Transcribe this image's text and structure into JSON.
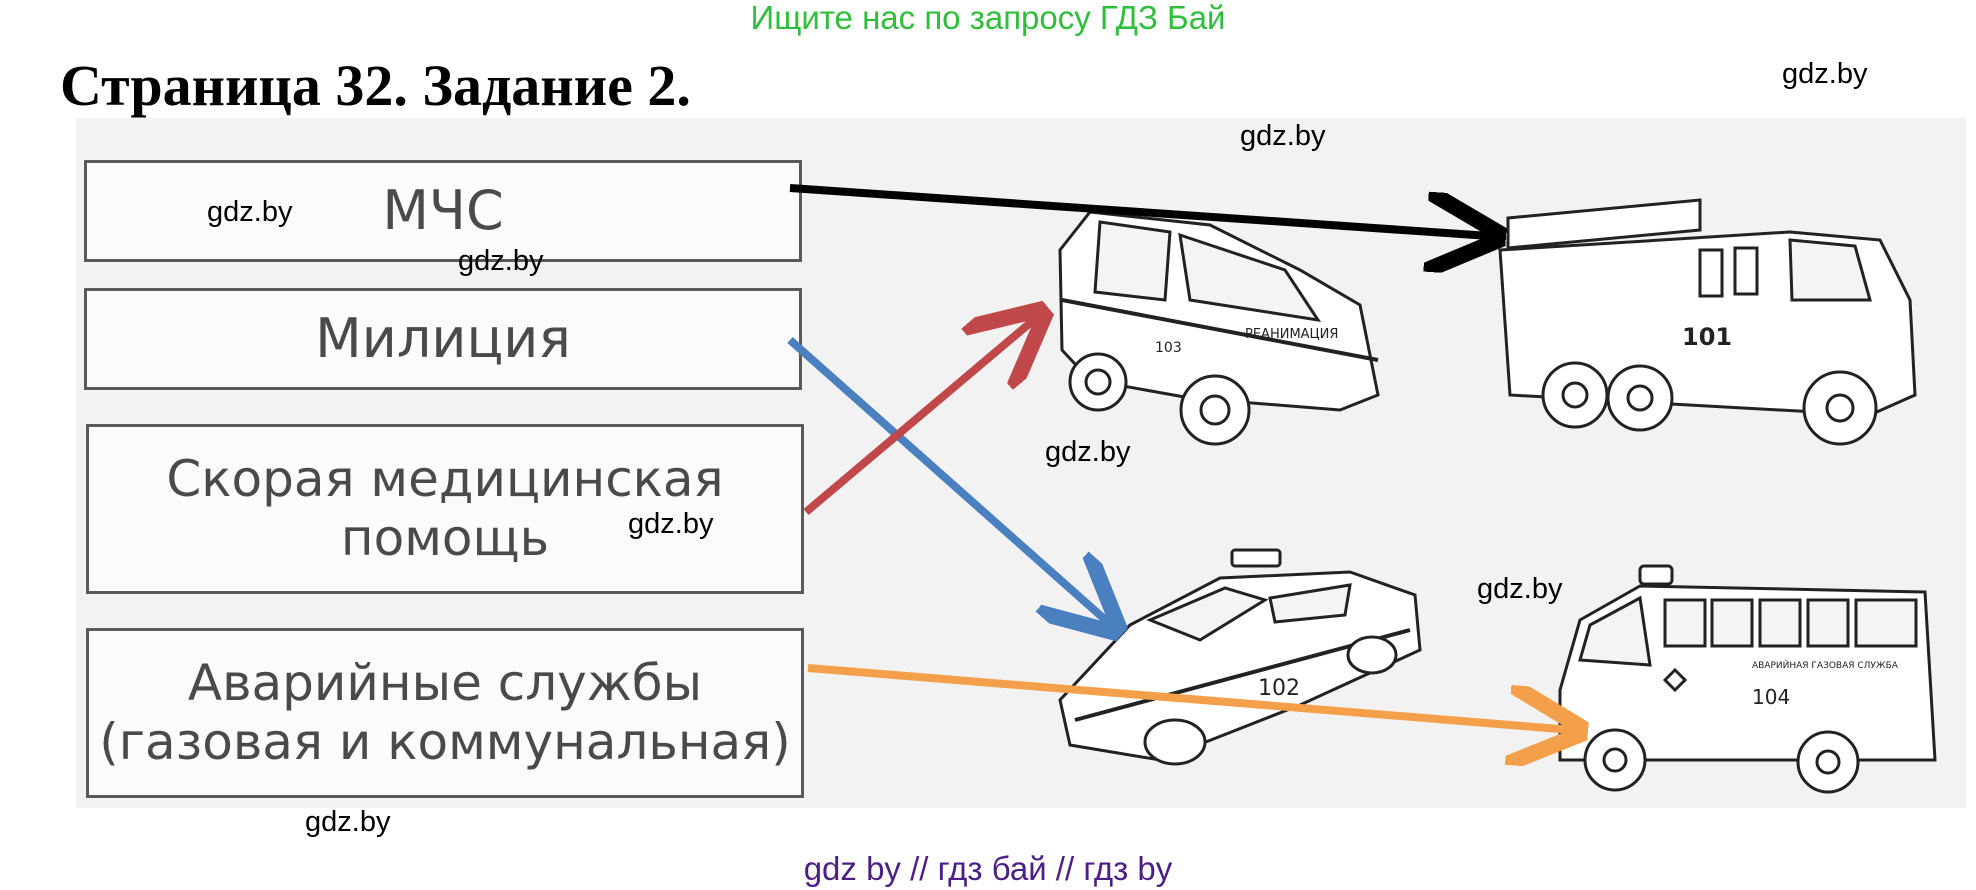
{
  "banner": "Ищите нас по запросу ГДЗ Бай",
  "title": "Страница 32. Задание 2.",
  "services": [
    {
      "lines": [
        "МЧС"
      ]
    },
    {
      "lines": [
        "Милиция"
      ]
    },
    {
      "lines": [
        "Скорая медицинская",
        "помощь"
      ]
    },
    {
      "lines": [
        "Аварийные службы",
        "(газовая и коммунальная)"
      ]
    }
  ],
  "vehicles": {
    "ambulance": {
      "side_text": "РЕАНИМАЦИЯ",
      "number": "103"
    },
    "fire_truck": {
      "number": "101"
    },
    "police_car": {
      "number": "102"
    },
    "gas_van": {
      "side_text": "АВАРИЙНАЯ ГАЗОВАЯ СЛУЖБА",
      "number": "104"
    }
  },
  "connections": [
    {
      "from": "МЧС",
      "to": "fire_truck",
      "color": "#000000"
    },
    {
      "from": "Милиция",
      "to": "police_car",
      "color": "#4a7fc0"
    },
    {
      "from": "Скорая медицинская помощь",
      "to": "ambulance",
      "color": "#c0484a"
    },
    {
      "from": "Аварийные службы (газовая и коммунальная)",
      "to": "gas_van",
      "color": "#f4a04a"
    }
  ],
  "watermark": "gdz.by",
  "footer": "gdz by  //  гдз бай  //  гдз by",
  "colors": {
    "banner": "#2fbf3c",
    "footer": "#4b1f86"
  }
}
